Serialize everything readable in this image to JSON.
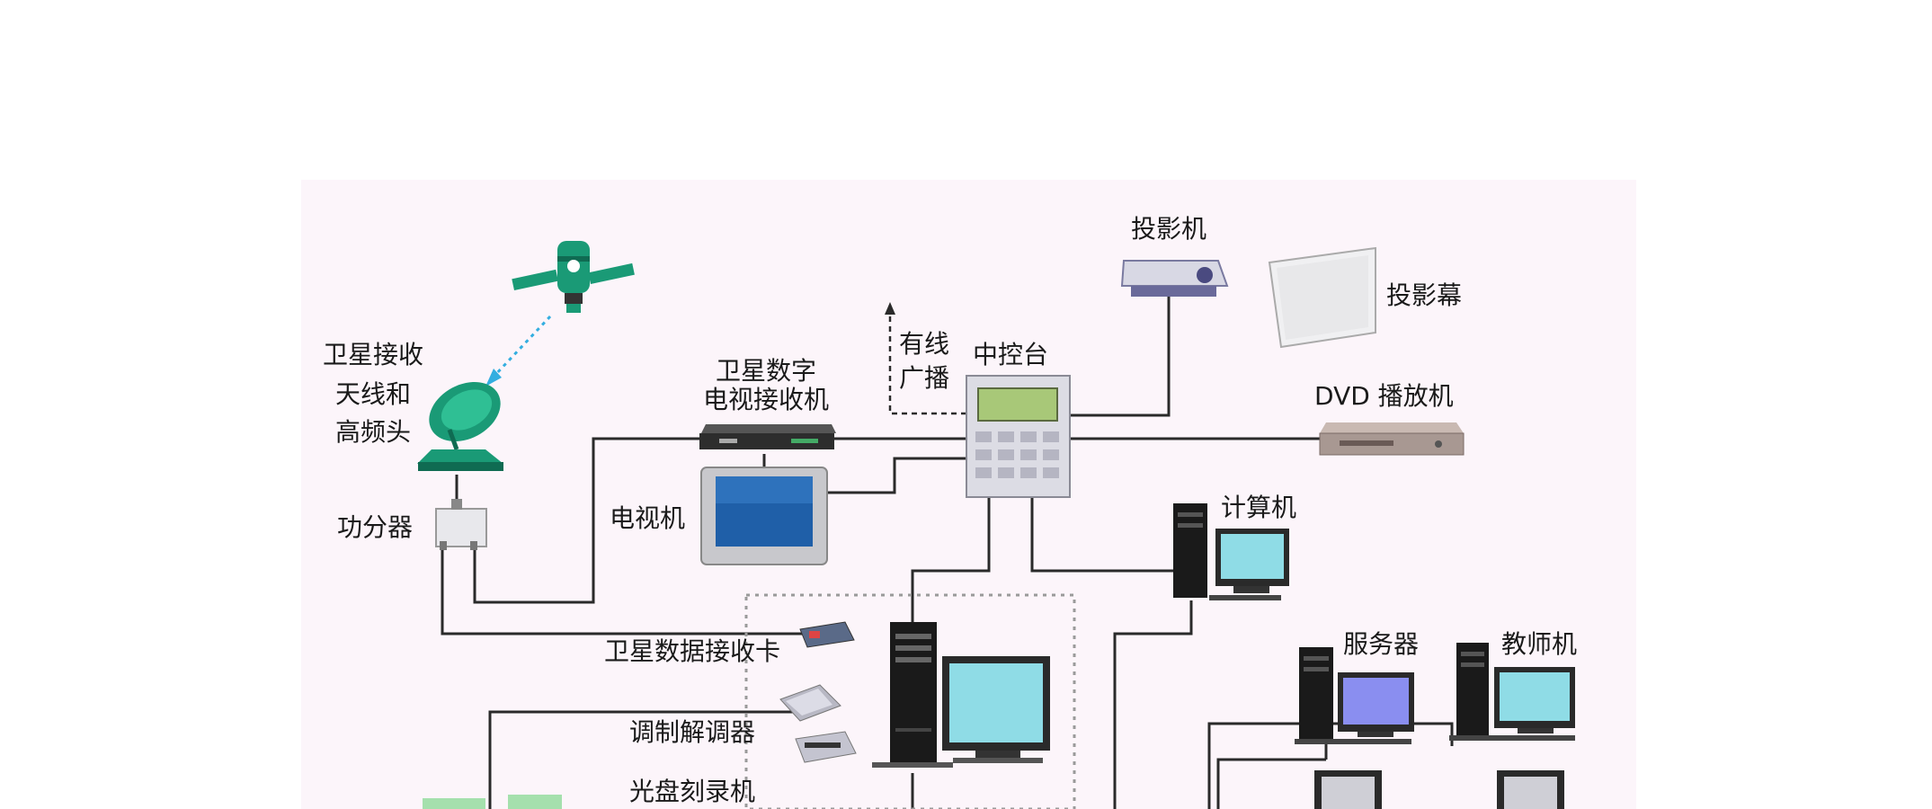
{
  "labels": {
    "projector": "投影机",
    "screen": "投影幕",
    "cable_broadcast_line1": "有线",
    "cable_broadcast_line2": "广播",
    "central_control": "中控台",
    "satellite_dish_line1": "卫星接收",
    "satellite_dish_line2": "天线和",
    "satellite_dish_line3": "高频头",
    "satellite_tv_receiver_line1": "卫星数字",
    "satellite_tv_receiver_line2": "电视接收机",
    "dvd_player": "DVD 播放机",
    "tv": "电视机",
    "power_splitter": "功分器",
    "computer": "计算机",
    "satellite_data_card": "卫星数据接收卡",
    "modem": "调制解调器",
    "cd_burner": "光盘刻录机",
    "server": "服务器",
    "teacher_pc": "教师机"
  },
  "colors": {
    "panel_bg": "#fcf5fa",
    "line": "#2a2a2a",
    "satellite_green": "#1a9a76",
    "signal_blue": "#33aee0",
    "monitor_screen": "#8fdce6",
    "tv_screen": "#1f5fa8",
    "lcd_green": "#a8c878"
  }
}
